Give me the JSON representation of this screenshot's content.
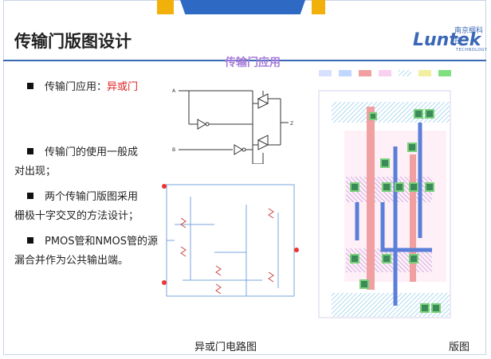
{
  "slide": {
    "title": "传输门版图设计",
    "subtitle": "传输门应用",
    "bullets": [
      {
        "label": "传输门应用：",
        "highlight": "异或门"
      },
      {
        "line1": "传输门的使用一般成",
        "line2": "对出现；"
      },
      {
        "line1": "两个传输门版图采用",
        "line2": "栅极十字交叉的方法设计；"
      },
      {
        "line1": "PMOS管和NMOS管的源",
        "line2": "漏合并作为公共输出端。"
      }
    ],
    "captions": {
      "circuit": "异或门电路图",
      "layout": "版图"
    }
  },
  "logo": {
    "main": "Luntek",
    "cn": "南京纲科技",
    "sub": "TECHNOLOGY"
  },
  "schematic": {
    "in_a": "A",
    "in_b": "B",
    "out": "Z"
  },
  "colors": {
    "accent": "#3a67b6",
    "highlight": "#e02020",
    "subtitle": "#a67cd8",
    "tab": "#f2b10a"
  }
}
